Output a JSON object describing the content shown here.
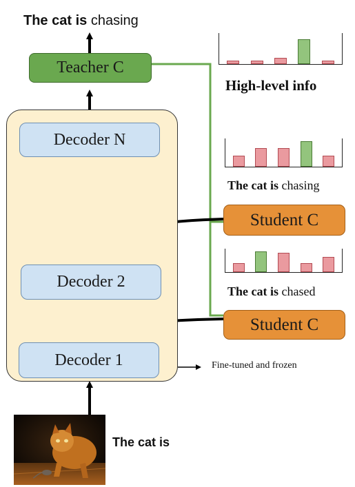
{
  "teacher_output": {
    "bold": "The cat is",
    "rest": " chasing"
  },
  "teacher": {
    "label": "Teacher C"
  },
  "decoders": {
    "top": "Decoder N",
    "mid": "Decoder 2",
    "bottom": "Decoder 1"
  },
  "students": {
    "upper": "Student C",
    "lower": "Student C"
  },
  "charts": [
    {
      "caption_bold": "High-level info",
      "caption_rest": "",
      "values": [
        0.12,
        0.12,
        0.22,
        0.88,
        0.12
      ],
      "highlight": 3
    },
    {
      "caption_bold": "The cat is",
      "caption_rest": " chasing",
      "values": [
        0.42,
        0.72,
        0.72,
        1.0,
        0.42
      ],
      "highlight": 3
    },
    {
      "caption_bold": "The cat is",
      "caption_rest": " chased",
      "values": [
        0.42,
        1.0,
        0.92,
        0.42,
        0.72
      ],
      "highlight": 1
    }
  ],
  "legend": {
    "text": "Fine-tuned and frozen"
  },
  "input": {
    "text": "The cat is"
  },
  "colors": {
    "teacher": "#6aa84f",
    "student": "#e69138",
    "decoder": "#cfe2f3",
    "stack": "#fdf0cf",
    "pink_bar": "#ea9a9f",
    "green_bar": "#93c47d",
    "connector": "#6aa84f"
  }
}
